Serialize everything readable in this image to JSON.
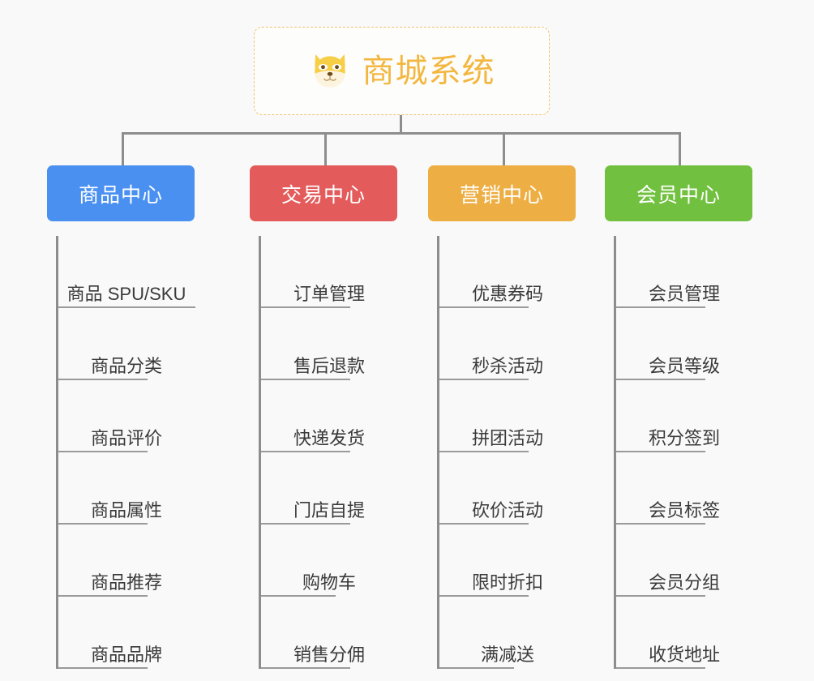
{
  "background_color": "#f9f9f9",
  "root": {
    "icon": "shiba-dog-face-icon",
    "title": "商城系统",
    "title_color": "#f3b740",
    "border_color": "#f0c271"
  },
  "columns": [
    {
      "title": "商品中心",
      "color": "#4a90f0",
      "items": [
        "商品 SPU/SKU",
        "商品分类",
        "商品评价",
        "商品属性",
        "商品推荐",
        "商品品牌"
      ]
    },
    {
      "title": "交易中心",
      "color": "#e35b5b",
      "items": [
        "订单管理",
        "售后退款",
        "快递发货",
        "门店自提",
        "购物车",
        "销售分佣"
      ]
    },
    {
      "title": "营销中心",
      "color": "#edae44",
      "items": [
        "优惠券码",
        "秒杀活动",
        "拼团活动",
        "砍价活动",
        "限时折扣",
        "满减送"
      ]
    },
    {
      "title": "会员中心",
      "color": "#71c03f",
      "items": [
        "会员管理",
        "会员等级",
        "积分签到",
        "会员标签",
        "会员分组",
        "收货地址"
      ]
    }
  ],
  "connector_color": "#8d8d8d",
  "leaf_rule_color": "#9a9a9a",
  "leaf_text_color": "#3a3a3a"
}
